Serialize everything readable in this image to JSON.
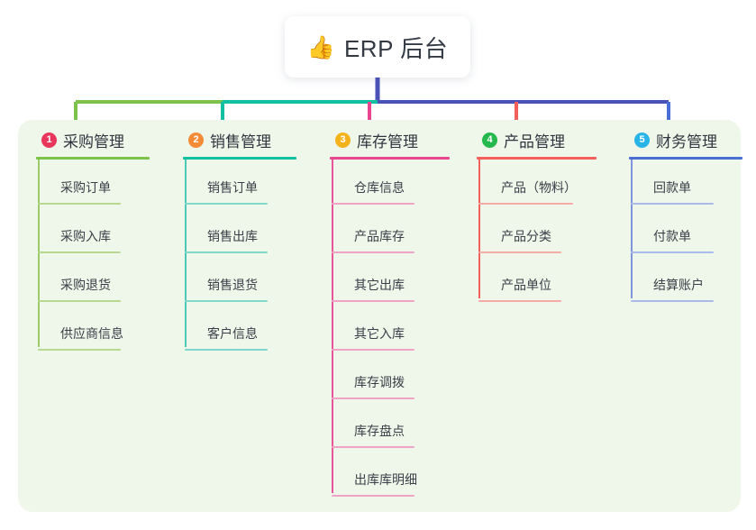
{
  "root": {
    "emoji": "👍",
    "icon_name": "thumbs-up-icon",
    "title": "ERP 后台"
  },
  "panel": {
    "background": "#eef7e9"
  },
  "connector_colors": {
    "stem": "#4a52b8",
    "branch_green": "#7dc24b",
    "branch_teal": "#11bfa3",
    "branch_blue": "#4a52b8",
    "drop_purchase": "#7dc24b",
    "drop_sales": "#11bfa3",
    "drop_inventory": "#e8468f",
    "drop_product": "#f3605c",
    "drop_finance": "#4a6fd4"
  },
  "columns": [
    {
      "index": "1",
      "title": "采购管理",
      "badge_color": "#e8375a",
      "rule_color": "#7dc24b",
      "trunk_color": "#9ccc6a",
      "leaf_rule_color": "#b6d98f",
      "leaves": [
        {
          "label": "采购订单"
        },
        {
          "label": "采购入库"
        },
        {
          "label": "采购退货"
        },
        {
          "label": "供应商信息"
        }
      ]
    },
    {
      "index": "2",
      "title": "销售管理",
      "badge_color": "#f58b36",
      "rule_color": "#11bfa3",
      "trunk_color": "#4bc9b6",
      "leaf_rule_color": "#7fd9cc",
      "leaves": [
        {
          "label": "销售订单"
        },
        {
          "label": "销售出库"
        },
        {
          "label": "销售退货"
        },
        {
          "label": "客户信息"
        }
      ]
    },
    {
      "index": "3",
      "title": "库存管理",
      "badge_color": "#f5b31b",
      "rule_color": "#e8468f",
      "trunk_color": "#e8559a",
      "leaf_rule_color": "#f0a3c6",
      "leaves": [
        {
          "label": "仓库信息"
        },
        {
          "label": "产品库存"
        },
        {
          "label": "其它出库"
        },
        {
          "label": "其它入库"
        },
        {
          "label": "库存调拨"
        },
        {
          "label": "库存盘点"
        },
        {
          "label": "出库库明细"
        }
      ]
    },
    {
      "index": "4",
      "title": "产品管理",
      "badge_color": "#25b84c",
      "rule_color": "#f3605c",
      "trunk_color": "#f3605c",
      "leaf_rule_color": "#f7a9a4",
      "leaves": [
        {
          "label": "产品（物料）",
          "wide": true
        },
        {
          "label": "产品分类"
        },
        {
          "label": "产品单位"
        }
      ]
    },
    {
      "index": "5",
      "title": "财务管理",
      "badge_color": "#29b4e8",
      "rule_color": "#4a6fd4",
      "trunk_color": "#7f96dd",
      "leaf_rule_color": "#a9bbe8",
      "leaves": [
        {
          "label": "回款单"
        },
        {
          "label": "付款单"
        },
        {
          "label": "结算账户"
        }
      ]
    }
  ]
}
